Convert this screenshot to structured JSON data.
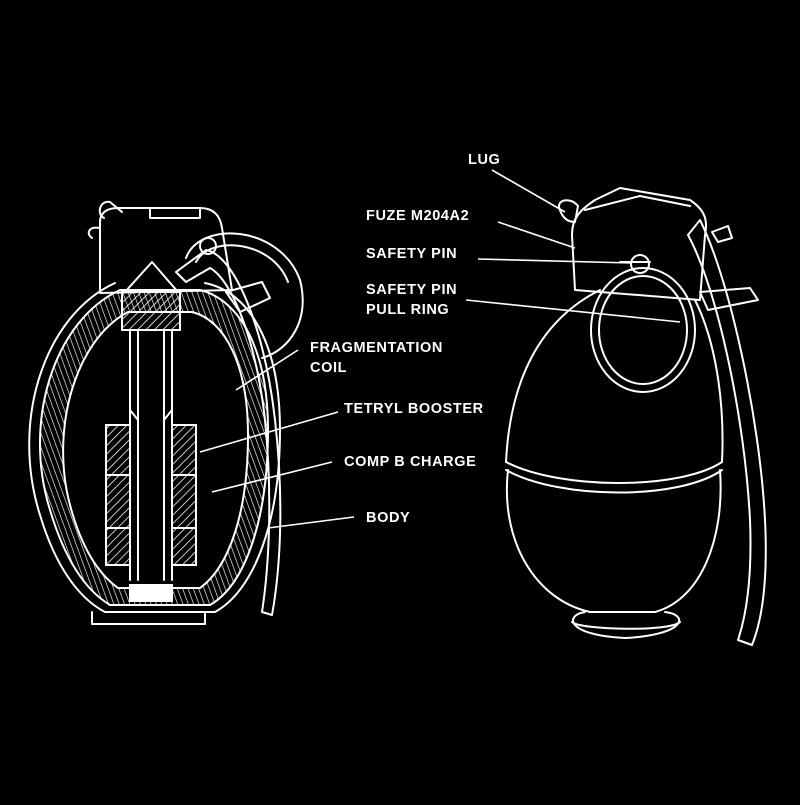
{
  "colors": {
    "background": "#000000",
    "line": "#ffffff"
  },
  "labels": {
    "lug": "LUG",
    "fuze": "FUZE M204A2",
    "safety_pin": "SAFETY PIN",
    "pull_ring_line1": "SAFETY PIN",
    "pull_ring_line2": "PULL RING",
    "frag_line1": "FRAGMENTATION",
    "frag_line2": "COIL",
    "tetryl": "TETRYL BOOSTER",
    "compb": "COMP B CHARGE",
    "body": "BODY"
  }
}
